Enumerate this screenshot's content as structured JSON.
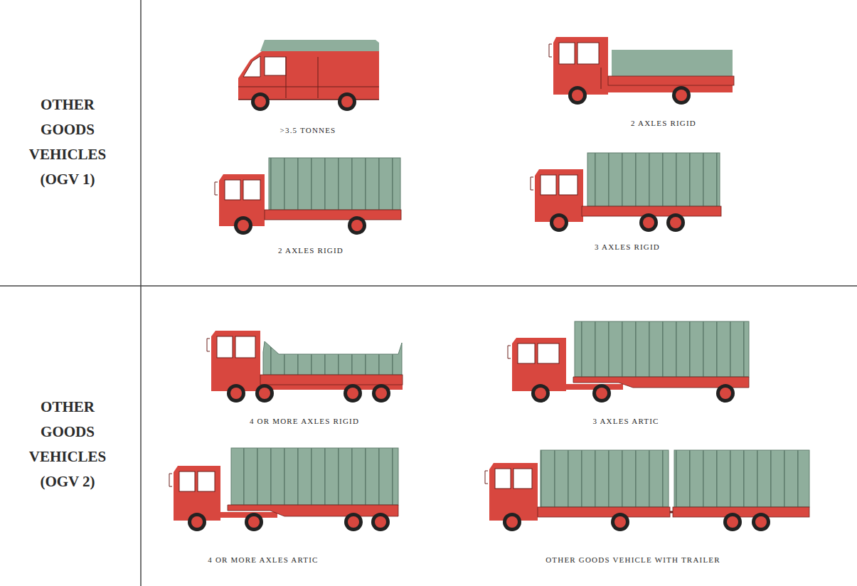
{
  "diagram": {
    "labels": [
      "OTHER GOODS VEHICLES (OGV 1)",
      ">3.5 TONNES",
      "2 AXLES RIGID",
      "2 AXLES RIGID",
      "3 AXLES RIGID",
      "OTHER GOODS VEHICLES (OGV 2)",
      "4 OR MORE AXLES RIGID",
      "3 AXLES ARTIC",
      "4 OR MORE AXLES ARTIC",
      "OTHER GOODS VEHICLE WITH TRAILER"
    ]
  }
}
